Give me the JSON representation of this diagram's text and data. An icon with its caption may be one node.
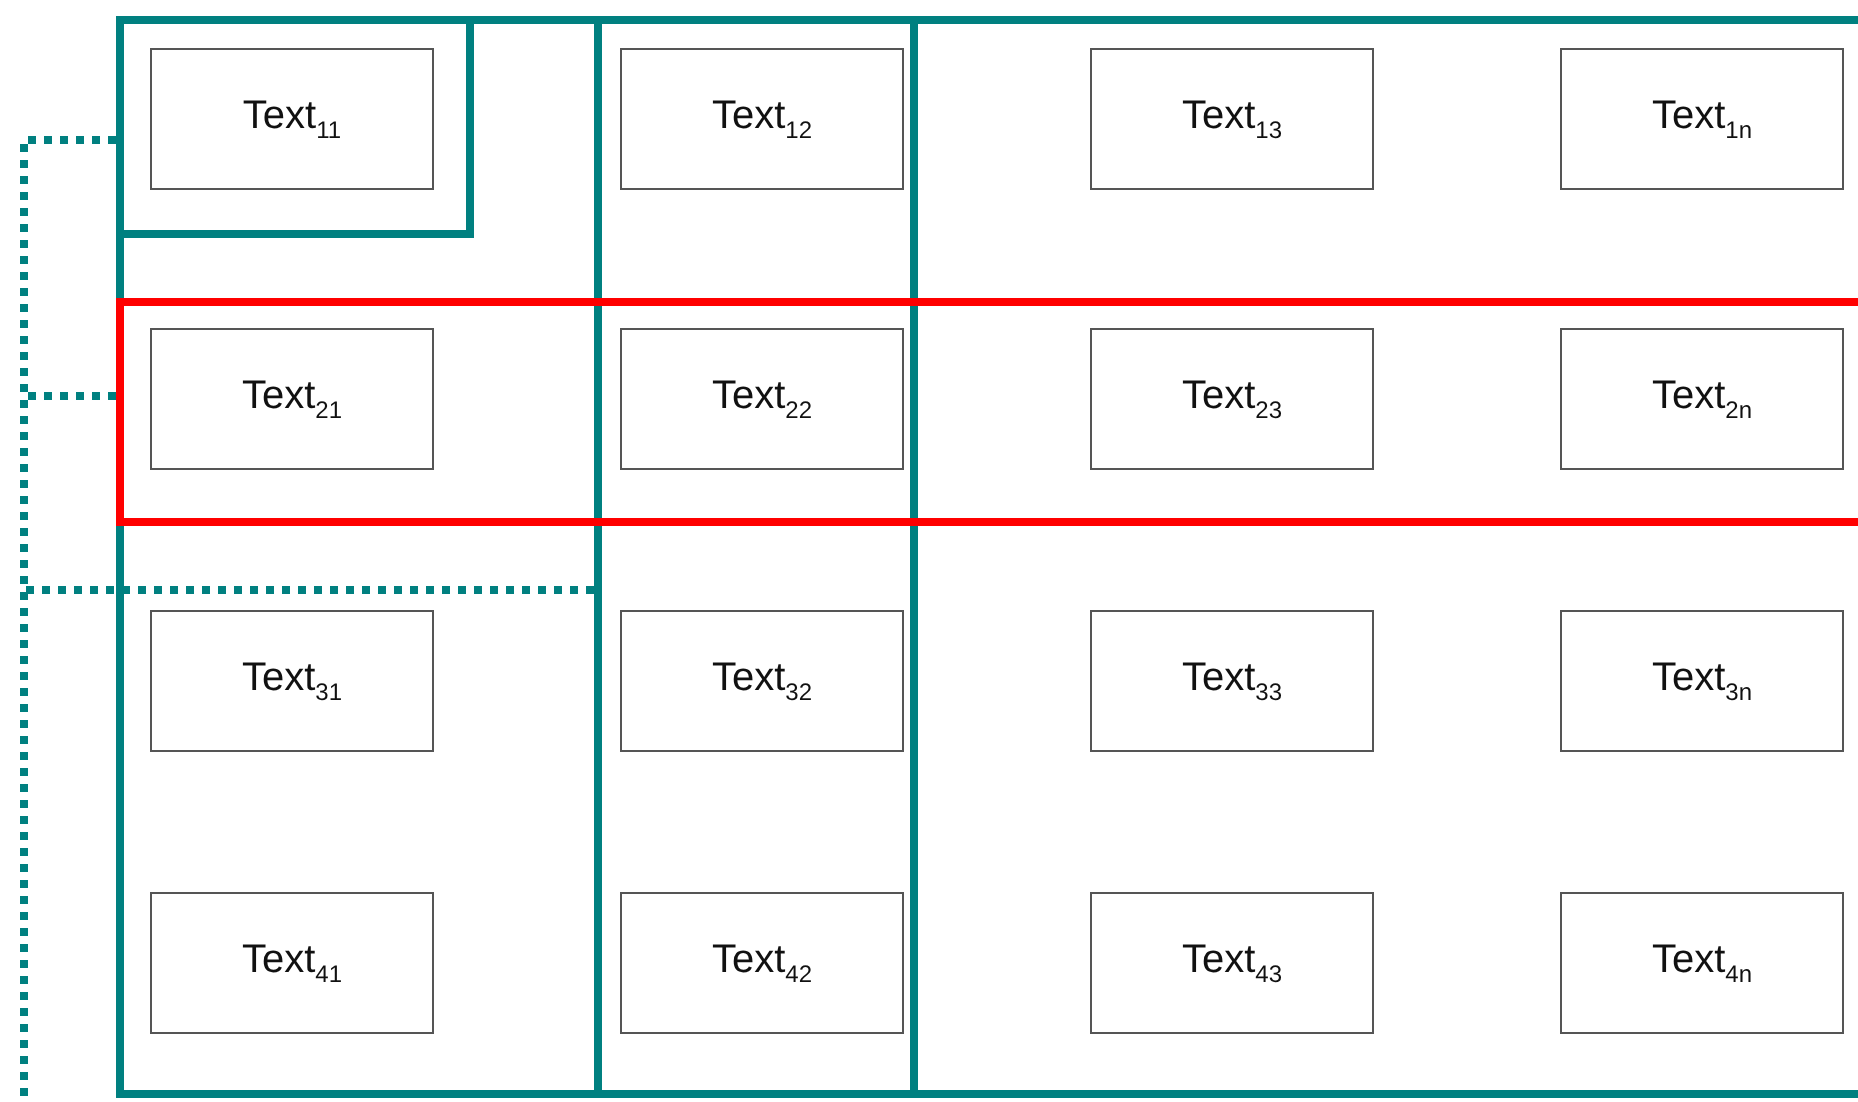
{
  "diagram": {
    "nodes": [
      {
        "text": [],
        "shape": "box"
      },
      {
        "text": [],
        "shape": "box",
        "in": 0
      },
      {
        "text": [],
        "shape": "box",
        "in": 0
      },
      {
        "text": [],
        "shape": "box",
        "in": 0
      },
      {
        "text": [
          "Text$_{11}$"
        ],
        "in": 1
      },
      {
        "text": [
          "Text$_{12}$"
        ],
        "in": 2
      },
      {
        "text": [
          "Text$_{13}$"
        ],
        "in": 0
      },
      {
        "text": [
          "Text$_{1n}$"
        ],
        "in": 0
      },
      {
        "text": [
          "Text$_{21}$"
        ],
        "in": 3
      },
      {
        "text": [
          "Text$_{22}$"
        ]
      },
      {
        "text": [
          "Text$_{23}$"
        ],
        "in": 3
      },
      {
        "text": [
          "Text$_{2n}$"
        ],
        "in": 3
      },
      {
        "text": [
          "Text$_{31}$"
        ],
        "in": 0
      },
      {
        "text": [
          "Text$_{32}$"
        ],
        "in": 2
      },
      {
        "text": [
          "Text$_{33}$"
        ],
        "in": 0
      },
      {
        "text": [
          "Text$_{3n}$"
        ],
        "in": 0
      },
      {
        "text": [
          "Text$_{41}$"
        ],
        "in": 0
      },
      {
        "text": [
          "Text$_{42}$"
        ],
        "in": 2
      },
      {
        "text": [
          "Text$_{43}$"
        ],
        "in": 0
      },
      {
        "text": [
          "Text$_{4n}$"
        ],
        "in": 0
      }
    ],
    "edges": [
      {
        "from": 1,
        "to": 3,
        "arrow": "none",
        "style": "dashed",
        "color": "#008080"
      },
      {
        "from": 1,
        "to": 2,
        "arrow": "none",
        "style": "dashed",
        "color": "#008080"
      },
      {
        "from": 1,
        "to": null,
        "arrow": "none",
        "style": "dashed",
        "color": "#008080"
      }
    ]
  }
}
